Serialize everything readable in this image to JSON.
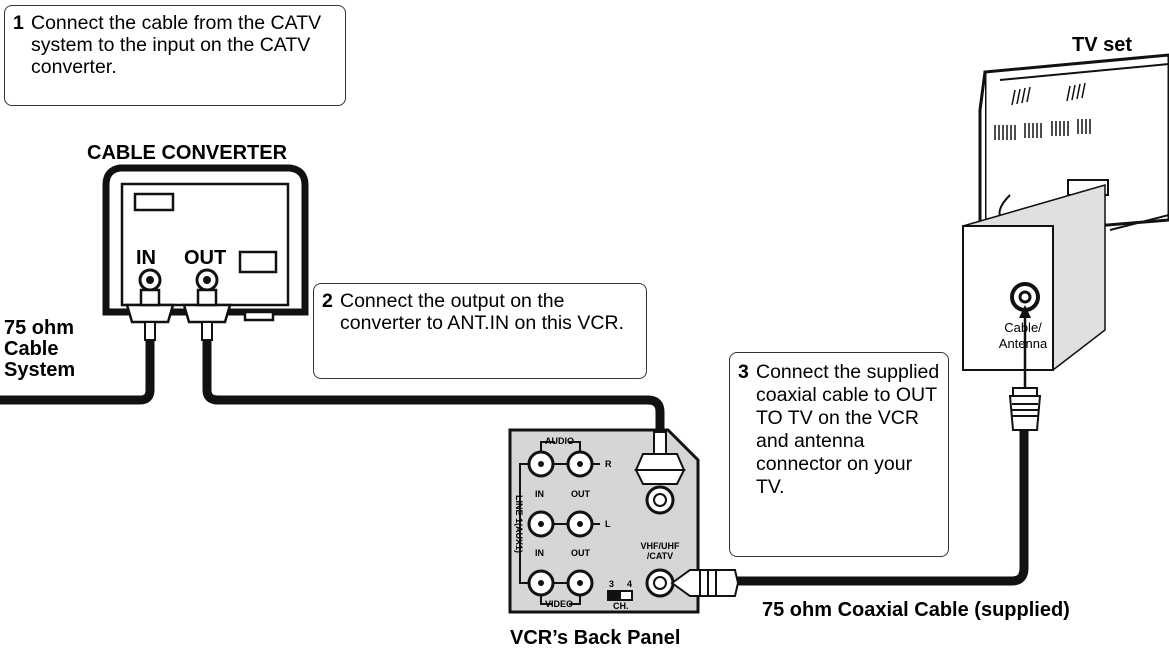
{
  "steps": [
    {
      "number": "1",
      "text": "Connect the cable from the CATV system to the input on the CATV converter."
    },
    {
      "number": "2",
      "text": "Connect the output on the converter to ANT.IN on this VCR."
    },
    {
      "number": "3",
      "text": "Connect the supplied coaxial cable to OUT TO TV on the VCR and antenna connector on your TV."
    }
  ],
  "labels": {
    "cable_converter": "CABLE CONVERTER",
    "tv_set": "TV set",
    "in": "IN",
    "out": "OUT",
    "system_line1": "75 ohm",
    "system_line2": "Cable",
    "system_line3": "System",
    "coaxial": "75 ohm Coaxial Cable (supplied)",
    "vcr_panel": "VCR’s Back Panel",
    "tv_connector_line1": "Cable/",
    "tv_connector_line2": "Antenna"
  },
  "vcr_panel": {
    "audio": "AUDIO",
    "video": "VIDEO",
    "line": "LINE 1(AUX1)",
    "r": "R",
    "l": "L",
    "in": "IN",
    "out": "OUT",
    "vhf1": "VHF/UHF",
    "vhf2": "/CATV",
    "ch3": "3",
    "ch4": "4",
    "ch": "CH."
  }
}
